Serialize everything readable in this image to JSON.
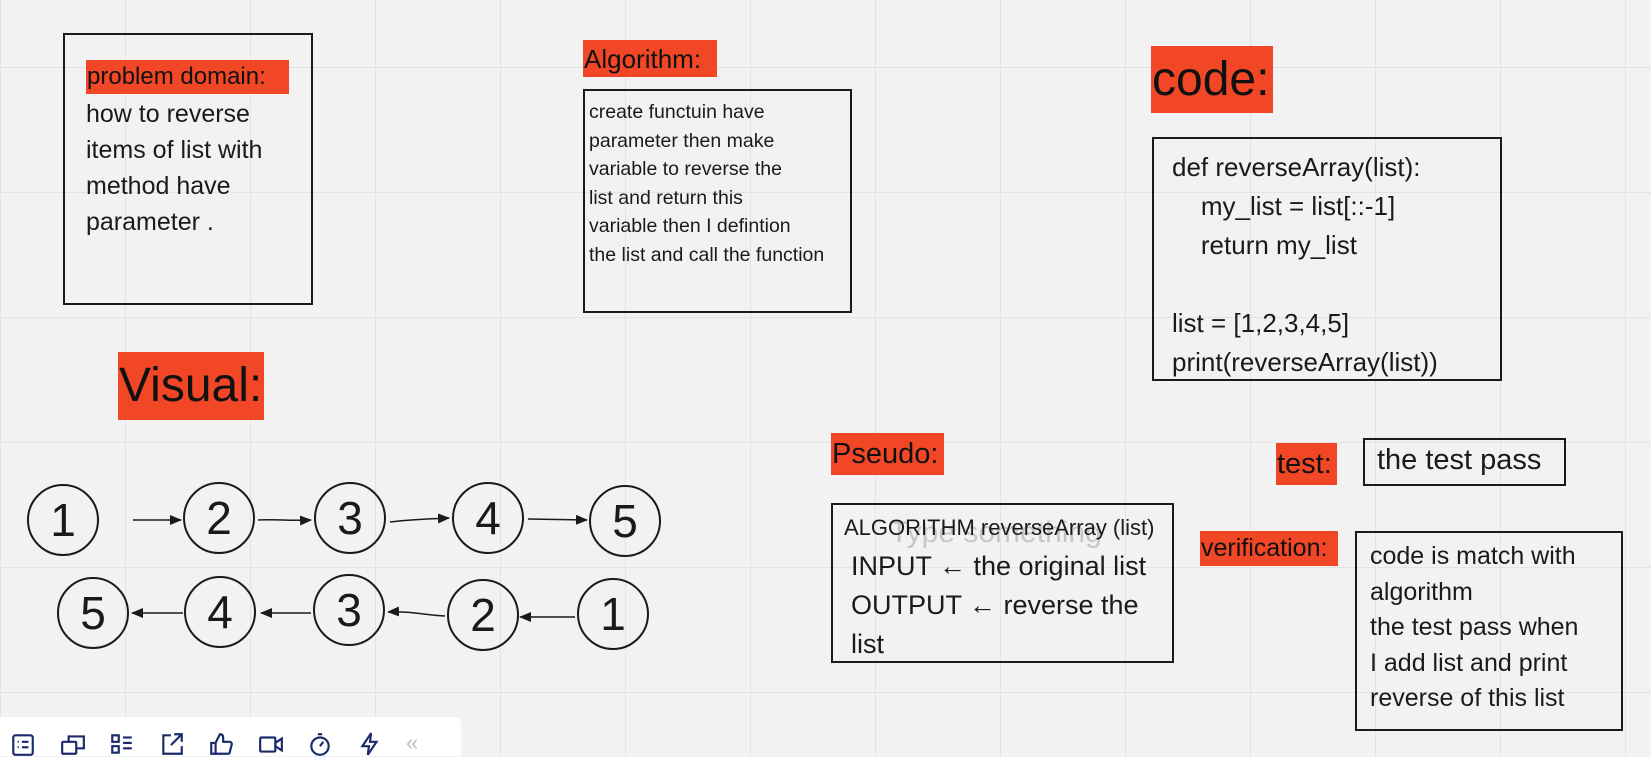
{
  "problem_domain": {
    "label": "problem domain:",
    "text": "how to reverse\nitems of list with\nmethod have\nparameter ."
  },
  "algorithm": {
    "label": "Algorithm:",
    "text": "create functuin have\nparameter then make\nvariable to reverse the\nlist and return this\nvariable then I defintion\nthe list and call the function"
  },
  "code": {
    "label": "code:",
    "text": "def reverseArray(list):\n    my_list = list[::-1]\n    return my_list\n\nlist = [1,2,3,4,5]\nprint(reverseArray(list))"
  },
  "visual": {
    "label": "Visual:",
    "row_top": [
      "1",
      "2",
      "3",
      "4",
      "5"
    ],
    "row_bottom": [
      "5",
      "4",
      "3",
      "2",
      "1"
    ]
  },
  "pseudo": {
    "label": "Pseudo:",
    "header": "ALGORITHM reverseArray (list)",
    "ghost_placeholder": "Type something",
    "body": "INPUT ← the original list\nOUTPUT ← reverse the\nlist"
  },
  "test": {
    "label": "test:",
    "text": "the test pass"
  },
  "verification": {
    "label": "verification:",
    "text": "code is match with\nalgorithm\nthe test pass when\nI add list and print\nreverse of this list"
  },
  "colors": {
    "label_bg": "#f24726",
    "stroke": "#1a1a1a",
    "canvas": "#f2f2f2",
    "toolbar_icon": "#1b2a6b"
  },
  "toolbar": {
    "icons": [
      "card-list-icon",
      "frames-icon",
      "kanban-icon",
      "share-out-icon",
      "thumbs-up-icon",
      "video-icon",
      "timer-icon",
      "lightning-icon"
    ],
    "collapse": "«"
  }
}
